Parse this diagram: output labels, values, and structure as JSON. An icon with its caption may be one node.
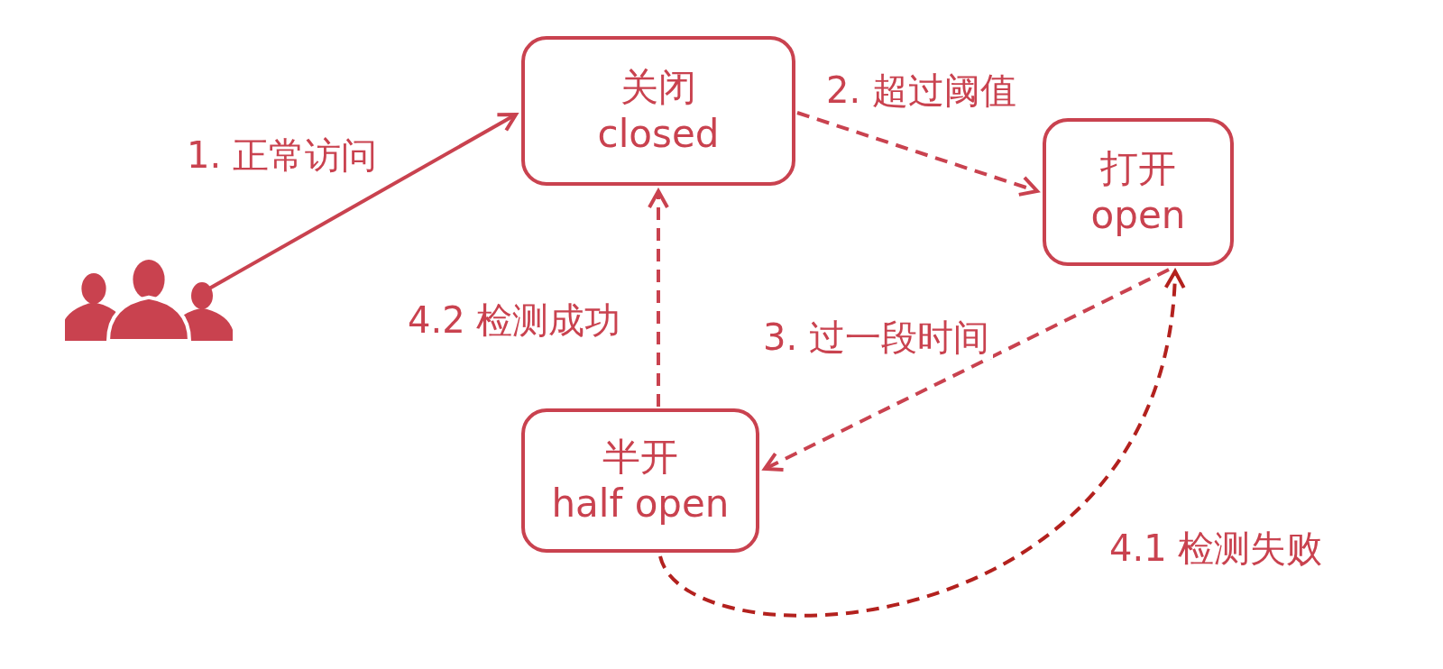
{
  "diagram": {
    "nodes": [
      {
        "text": [],
        "shape": "person"
      },
      {
        "text": [
          "关闭",
          "closed"
        ]
      },
      {
        "text": [
          "打开",
          "open"
        ]
      },
      {
        "text": [
          "半开",
          "half open"
        ]
      }
    ],
    "edges": [
      {
        "from": 0,
        "to": 1,
        "arrow": "to",
        "label": "1. 正常访问"
      },
      {
        "from": 1,
        "to": 2,
        "arrow": "to",
        "label": "2. 超过阈值",
        "style": "dashed"
      },
      {
        "from": 2,
        "to": 3,
        "arrow": "to",
        "label": "3. 过一段时间",
        "style": "dashed"
      },
      {
        "from": 3,
        "to": 2,
        "arrow": "to",
        "label": "4.1 检测失败",
        "style": "dashed",
        "color": "#b3211e"
      },
      {
        "from": 3,
        "to": 1,
        "arrow": "to",
        "label": "4.2 检测成功",
        "style": "dashed"
      }
    ]
  }
}
